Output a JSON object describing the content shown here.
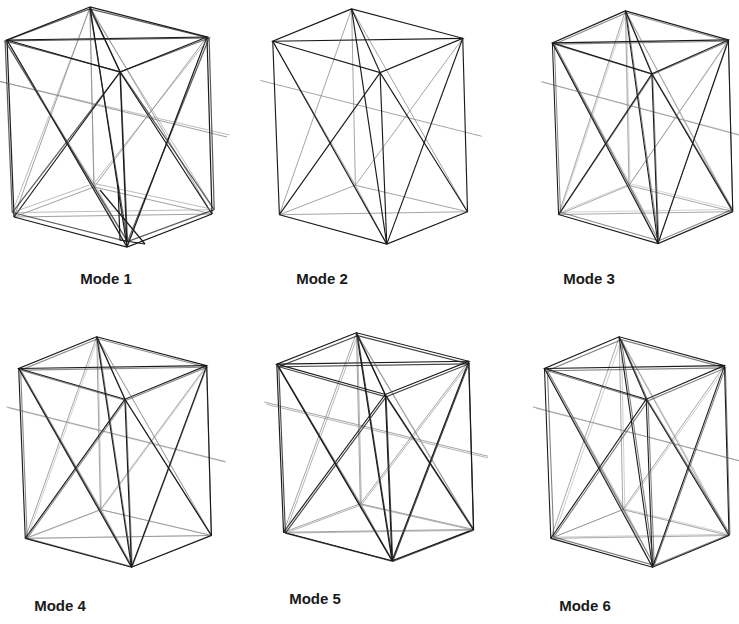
{
  "diagram": {
    "labels": [
      "Mode 1",
      "Mode 2",
      "Mode 3",
      "Mode 4",
      "Mode 5",
      "Mode 6"
    ]
  }
}
